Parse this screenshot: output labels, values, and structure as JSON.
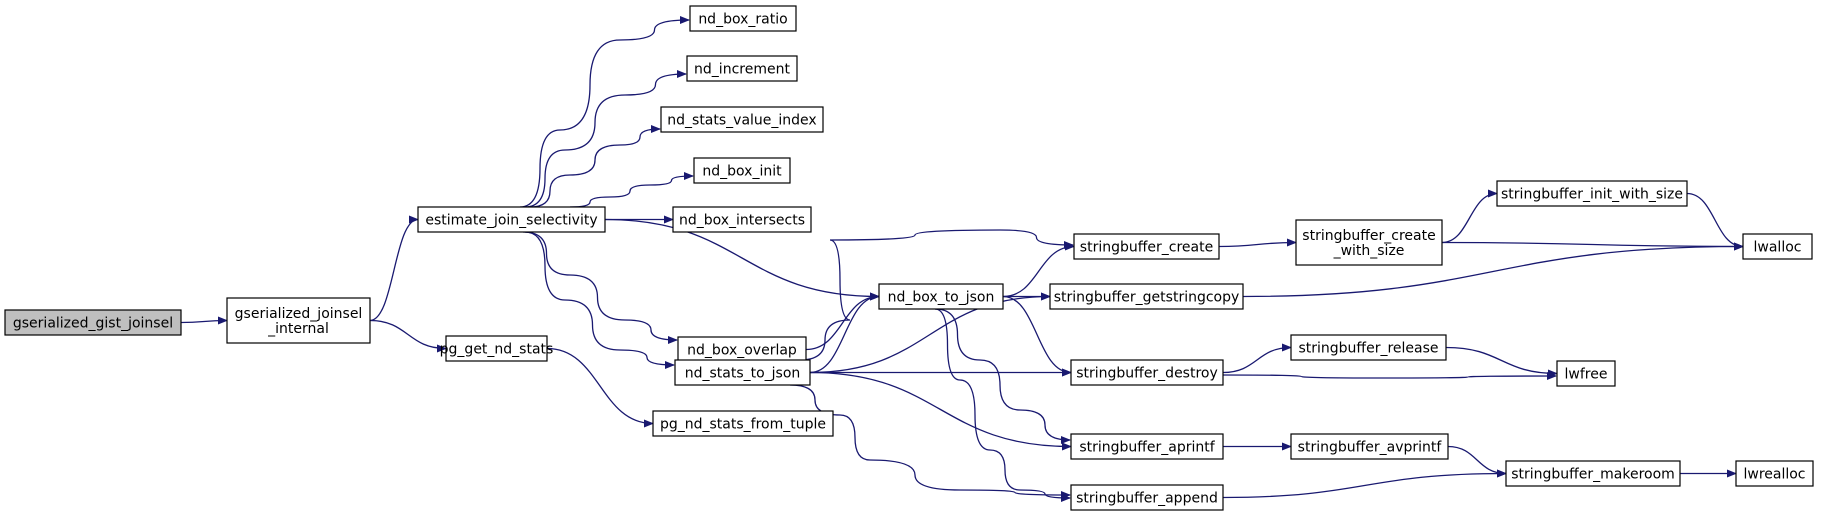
{
  "colors": {
    "edge": "#191970",
    "node_fill": "#ffffff",
    "root_fill": "#bfbfbf",
    "node_border": "#000000"
  },
  "nodes": [
    {
      "id": "gserialized_gist_joinsel",
      "label": "gserialized_gist_joinsel",
      "root": true
    },
    {
      "id": "gserialized_joinsel_internal",
      "label": "gserialized_joinsel\n_internal"
    },
    {
      "id": "estimate_join_selectivity",
      "label": "estimate_join_selectivity"
    },
    {
      "id": "pg_get_nd_stats",
      "label": "pg_get_nd_stats"
    },
    {
      "id": "pg_nd_stats_from_tuple",
      "label": "pg_nd_stats_from_tuple"
    },
    {
      "id": "nd_box_ratio",
      "label": "nd_box_ratio"
    },
    {
      "id": "nd_increment",
      "label": "nd_increment"
    },
    {
      "id": "nd_stats_value_index",
      "label": "nd_stats_value_index"
    },
    {
      "id": "nd_box_init",
      "label": "nd_box_init"
    },
    {
      "id": "nd_box_intersects",
      "label": "nd_box_intersects"
    },
    {
      "id": "nd_box_overlap",
      "label": "nd_box_overlap"
    },
    {
      "id": "nd_stats_to_json",
      "label": "nd_stats_to_json"
    },
    {
      "id": "nd_box_to_json",
      "label": "nd_box_to_json"
    },
    {
      "id": "stringbuffer_create",
      "label": "stringbuffer_create"
    },
    {
      "id": "stringbuffer_getstringcopy",
      "label": "stringbuffer_getstringcopy"
    },
    {
      "id": "stringbuffer_destroy",
      "label": "stringbuffer_destroy"
    },
    {
      "id": "stringbuffer_aprintf",
      "label": "stringbuffer_aprintf"
    },
    {
      "id": "stringbuffer_append",
      "label": "stringbuffer_append"
    },
    {
      "id": "stringbuffer_create_with_size",
      "label": "stringbuffer_create\n_with_size"
    },
    {
      "id": "stringbuffer_init_with_size",
      "label": "stringbuffer_init_with_size"
    },
    {
      "id": "stringbuffer_release",
      "label": "stringbuffer_release"
    },
    {
      "id": "stringbuffer_avprintf",
      "label": "stringbuffer_avprintf"
    },
    {
      "id": "stringbuffer_makeroom",
      "label": "stringbuffer_makeroom"
    },
    {
      "id": "lwalloc",
      "label": "lwalloc"
    },
    {
      "id": "lwfree",
      "label": "lwfree"
    },
    {
      "id": "lwrealloc",
      "label": "lwrealloc"
    }
  ],
  "edges": [
    {
      "from": "gserialized_gist_joinsel",
      "to": "gserialized_joinsel_internal"
    },
    {
      "from": "gserialized_joinsel_internal",
      "to": "estimate_join_selectivity"
    },
    {
      "from": "gserialized_joinsel_internal",
      "to": "pg_get_nd_stats"
    },
    {
      "from": "estimate_join_selectivity",
      "to": "nd_box_ratio"
    },
    {
      "from": "estimate_join_selectivity",
      "to": "nd_increment"
    },
    {
      "from": "estimate_join_selectivity",
      "to": "nd_stats_value_index"
    },
    {
      "from": "estimate_join_selectivity",
      "to": "nd_box_init"
    },
    {
      "from": "estimate_join_selectivity",
      "to": "nd_box_intersects"
    },
    {
      "from": "estimate_join_selectivity",
      "to": "nd_box_overlap"
    },
    {
      "from": "estimate_join_selectivity",
      "to": "nd_stats_to_json"
    },
    {
      "from": "estimate_join_selectivity",
      "to": "nd_box_to_json"
    },
    {
      "from": "pg_get_nd_stats",
      "to": "pg_nd_stats_from_tuple"
    },
    {
      "from": "nd_box_overlap",
      "to": "nd_box_to_json"
    },
    {
      "from": "nd_stats_to_json",
      "to": "nd_box_to_json"
    },
    {
      "from": "nd_stats_to_json",
      "to": "stringbuffer_create"
    },
    {
      "from": "nd_stats_to_json",
      "to": "stringbuffer_getstringcopy"
    },
    {
      "from": "nd_stats_to_json",
      "to": "stringbuffer_destroy"
    },
    {
      "from": "nd_stats_to_json",
      "to": "stringbuffer_aprintf"
    },
    {
      "from": "nd_stats_to_json",
      "to": "stringbuffer_append"
    },
    {
      "from": "nd_box_to_json",
      "to": "stringbuffer_create"
    },
    {
      "from": "nd_box_to_json",
      "to": "stringbuffer_getstringcopy"
    },
    {
      "from": "nd_box_to_json",
      "to": "stringbuffer_destroy"
    },
    {
      "from": "nd_box_to_json",
      "to": "stringbuffer_aprintf"
    },
    {
      "from": "nd_box_to_json",
      "to": "stringbuffer_append"
    },
    {
      "from": "stringbuffer_create",
      "to": "stringbuffer_create_with_size"
    },
    {
      "from": "stringbuffer_create_with_size",
      "to": "stringbuffer_init_with_size"
    },
    {
      "from": "stringbuffer_create_with_size",
      "to": "lwalloc"
    },
    {
      "from": "stringbuffer_init_with_size",
      "to": "lwalloc"
    },
    {
      "from": "stringbuffer_getstringcopy",
      "to": "lwalloc"
    },
    {
      "from": "stringbuffer_destroy",
      "to": "stringbuffer_release"
    },
    {
      "from": "stringbuffer_destroy",
      "to": "lwfree"
    },
    {
      "from": "stringbuffer_release",
      "to": "lwfree"
    },
    {
      "from": "stringbuffer_aprintf",
      "to": "stringbuffer_avprintf"
    },
    {
      "from": "stringbuffer_avprintf",
      "to": "stringbuffer_makeroom"
    },
    {
      "from": "stringbuffer_append",
      "to": "stringbuffer_makeroom"
    },
    {
      "from": "stringbuffer_makeroom",
      "to": "lwrealloc"
    }
  ]
}
